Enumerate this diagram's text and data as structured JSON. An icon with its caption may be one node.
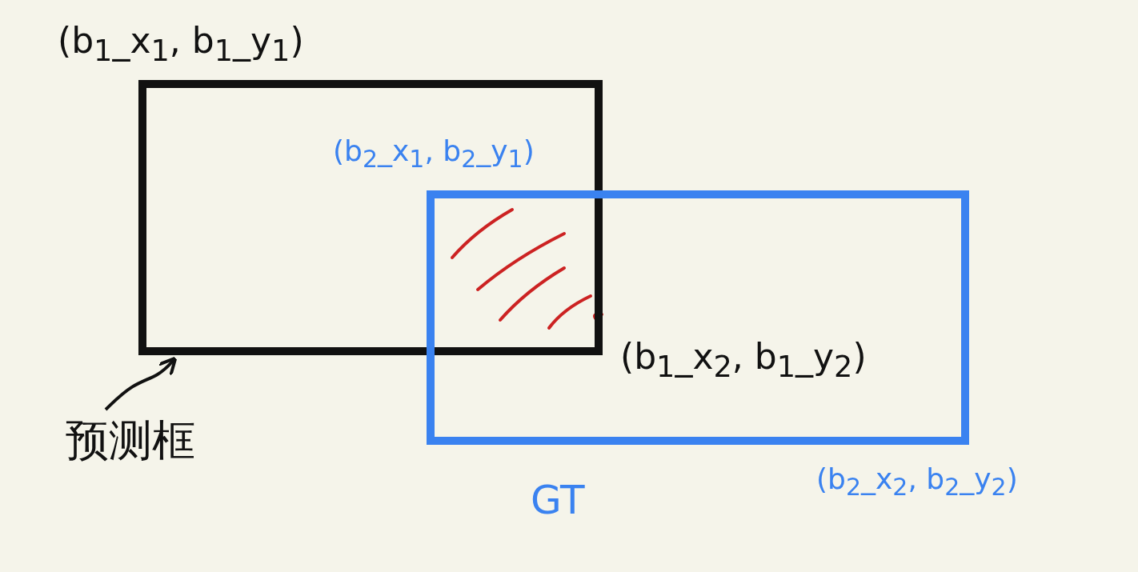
{
  "diagram": {
    "nodes": [
      {
        "text": [],
        "shape": "box"
      },
      {
        "text": [
          "GT"
        ]
      },
      {
        "text": [
          "预测框"
        ]
      }
    ],
    "edges": [
      {
        "from": 2,
        "to": 0,
        "arrow": "to"
      }
    ],
    "labels": [
      "(b$_{1}$_x$_{1}$, b$_{1}$_y$_{1}$)",
      "(b$_{2}$_x$_{1}$, b$_{2}$_y$_{1}$)",
      "(b$_{1}$_x$_{2}$, b$_{1}$_y$_{2}$)",
      "(b$_{2}$_x$_{2}$, b$_{2}$_y$_{2}$)"
    ]
  }
}
